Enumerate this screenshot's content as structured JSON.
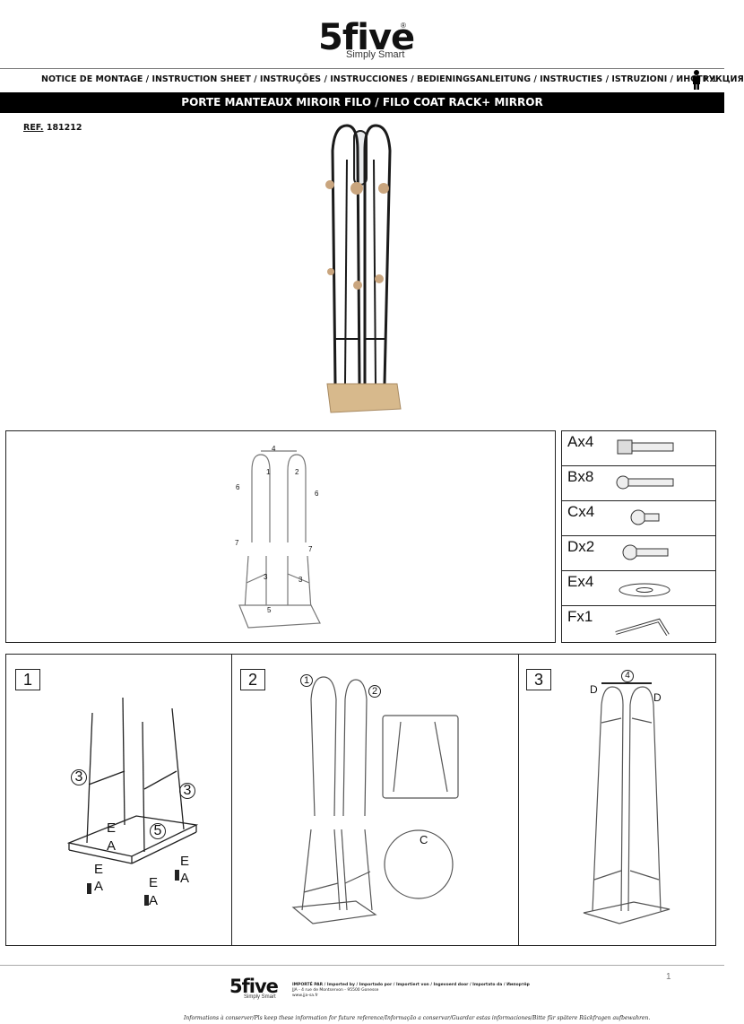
{
  "brand": {
    "name": "5five",
    "tagline": "Simply Smart",
    "trademark": "®"
  },
  "header": {
    "notice": "NOTICE DE MONTAGE / INSTRUCTION SHEET / INSTRUÇÕES / INSTRUCCIONES / BEDIENINGSANLEITUNG / INSTRUCTIES / ISTRUZIONI / ИНСТРУКЦИЯ",
    "persons": "X 1",
    "title": "PORTE MANTEAUX MIROIR FILO / FILO COAT RACK+ MIRROR",
    "ref_label": "REF.",
    "ref_value": "181212"
  },
  "overview_labels": [
    "4",
    "1",
    "2",
    "6",
    "6",
    "7",
    "7",
    "3",
    "3",
    "5"
  ],
  "parts": [
    {
      "label": "Ax4",
      "icon": "bolt-socket-icon"
    },
    {
      "label": "Bx8",
      "icon": "long-screw-icon"
    },
    {
      "label": "Cx4",
      "icon": "short-screw-icon"
    },
    {
      "label": "Dx2",
      "icon": "medium-screw-icon"
    },
    {
      "label": "Ex4",
      "icon": "washer-icon"
    },
    {
      "label": "Fx1",
      "icon": "allen-key-icon"
    }
  ],
  "steps": [
    {
      "number": "1",
      "labels": [
        "3",
        "3",
        "E",
        "A",
        "5",
        "E",
        "A",
        "E",
        "A",
        "E",
        "A"
      ]
    },
    {
      "number": "2",
      "labels": [
        "1",
        "2",
        "C"
      ]
    },
    {
      "number": "3",
      "labels": [
        "4",
        "D",
        "D"
      ]
    }
  ],
  "footer": {
    "page": "1",
    "importer_line1": "IMPORTÉ PAR / Imported by / Importado por / Importiert von / Ingevoerd door / Importato da / Импортёр",
    "importer_line2": "JJA - 4 rue de Montservon - 95500 Gonesse",
    "importer_line3": "www.jja-sa.fr",
    "note": "Informations à conserver/Pls keep these information for future reference/Informação a conservar/Guardar estas informaciones/Bitte für spätere Rückfragen aufbewahren."
  }
}
